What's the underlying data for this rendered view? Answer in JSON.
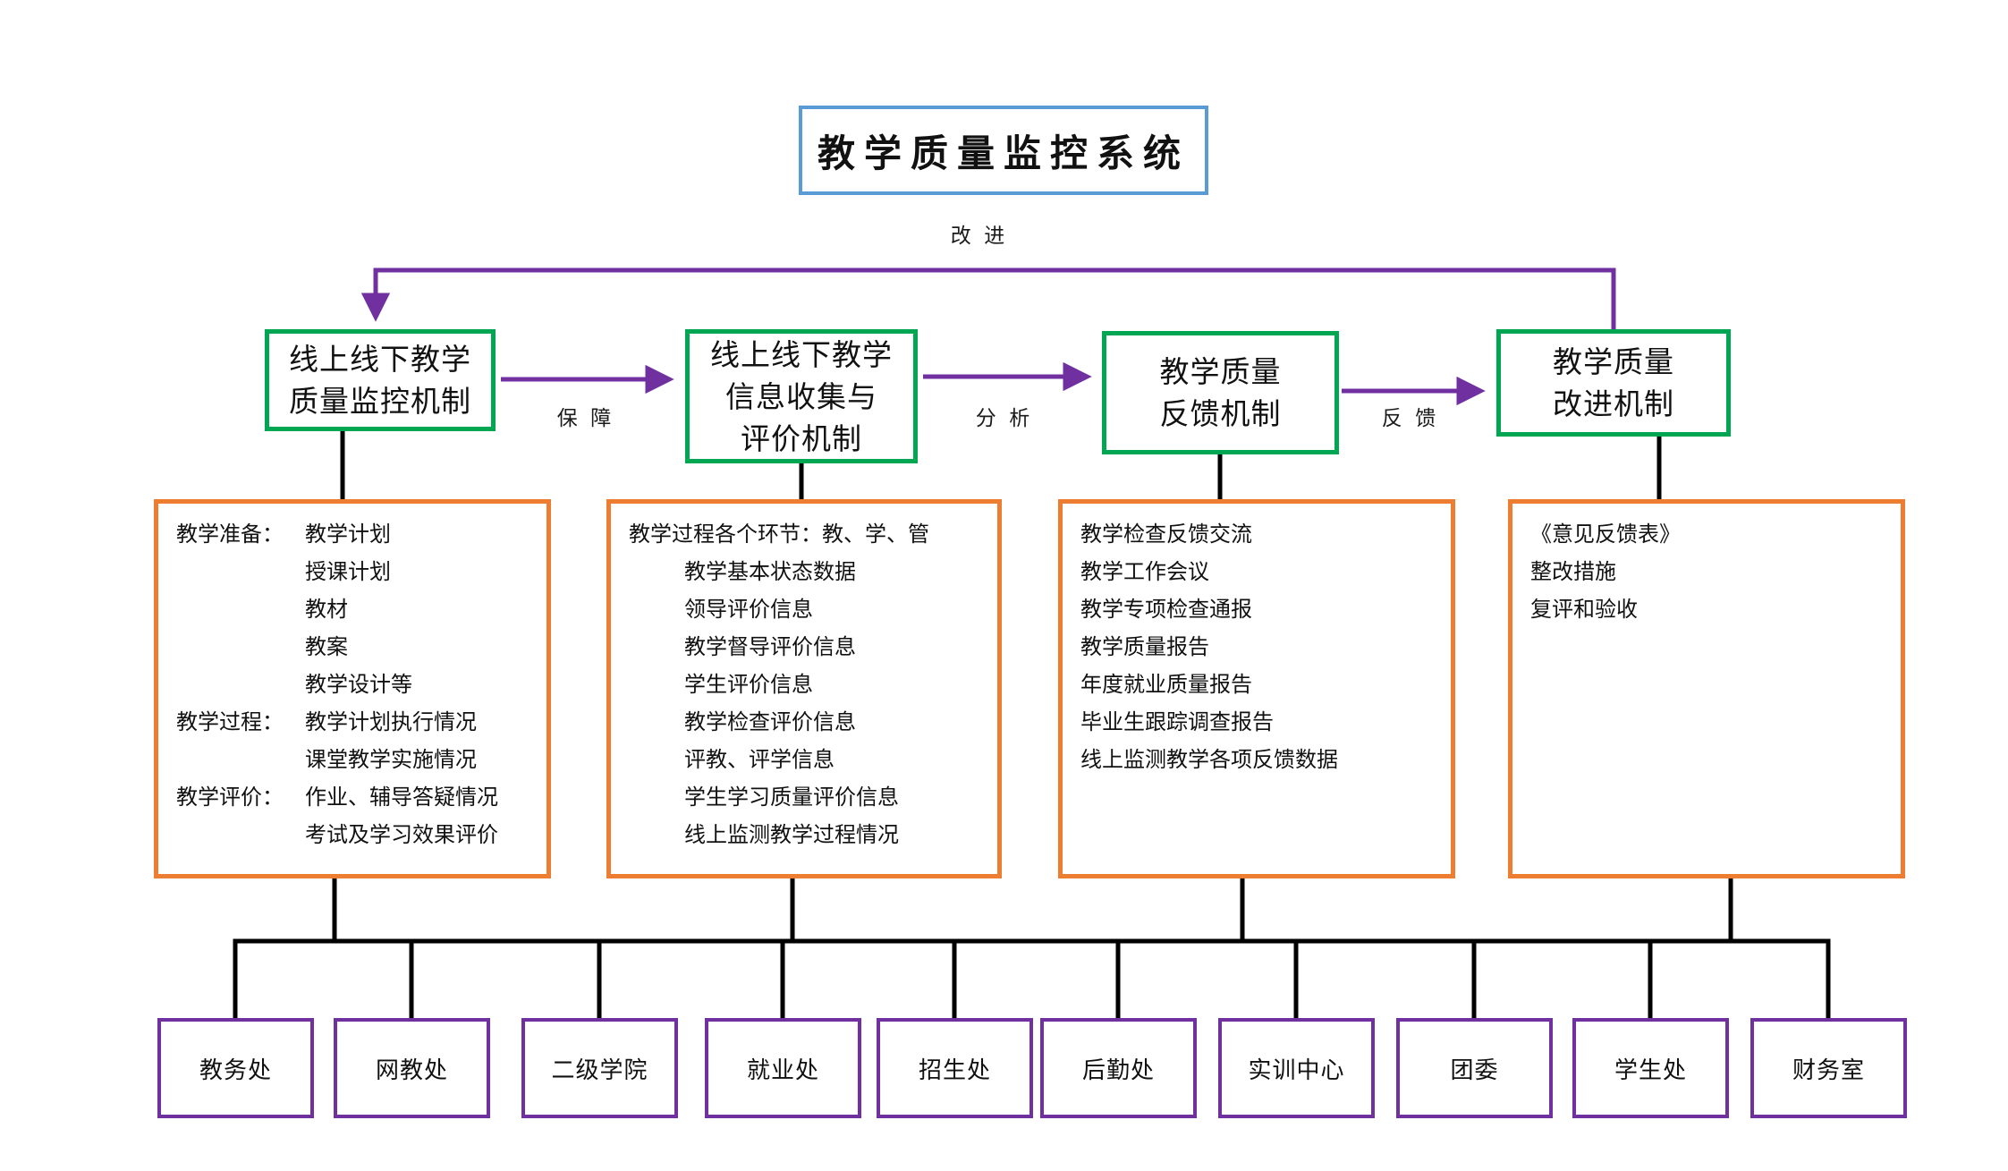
{
  "title": "教学质量监控系统",
  "colors": {
    "title_border_blue": "#5B9BD5",
    "mechanism_green": "#00A651",
    "detail_orange": "#ED7D31",
    "department_purple": "#7030A0",
    "line_black": "#000000"
  },
  "loop_label": "改 进",
  "arrow_labels": [
    "保 障",
    "分 析",
    "反 馈"
  ],
  "flow_boxes": [
    {
      "lines": [
        "线上线下教学",
        "质量监控机制"
      ]
    },
    {
      "lines": [
        "线上线下教学",
        "信息收集与",
        "评价机制"
      ]
    },
    {
      "lines": [
        "教学质量",
        "反馈机制"
      ]
    },
    {
      "lines": [
        "教学质量",
        "改进机制"
      ]
    }
  ],
  "detail_boxes": [
    {
      "lines": [
        {
          "label": "教学准备：",
          "text": "教学计划"
        },
        {
          "label": "",
          "text": "授课计划"
        },
        {
          "label": "",
          "text": "教材"
        },
        {
          "label": "",
          "text": "教案"
        },
        {
          "label": "",
          "text": "教学设计等"
        },
        {
          "label": "教学过程：",
          "text": "教学计划执行情况"
        },
        {
          "label": "",
          "text": "课堂教学实施情况"
        },
        {
          "label": "教学评价：",
          "text": "作业、辅导答疑情况"
        },
        {
          "label": "",
          "text": "考试及学习效果评价"
        }
      ]
    },
    {
      "lines": [
        {
          "text": "教学过程各个环节：教、学、管"
        },
        {
          "text": "教学基本状态数据"
        },
        {
          "text": "领导评价信息"
        },
        {
          "text": "教学督导评价信息"
        },
        {
          "text": "学生评价信息"
        },
        {
          "text": "教学检查评价信息"
        },
        {
          "text": "评教、评学信息"
        },
        {
          "text": "学生学习质量评价信息"
        },
        {
          "text": "线上监测教学过程情况"
        }
      ]
    },
    {
      "lines": [
        {
          "text": "教学检查反馈交流"
        },
        {
          "text": "教学工作会议"
        },
        {
          "text": "教学专项检查通报"
        },
        {
          "text": "教学质量报告"
        },
        {
          "text": "年度就业质量报告"
        },
        {
          "text": "毕业生跟踪调查报告"
        },
        {
          "text": "线上监测教学各项反馈数据"
        }
      ]
    },
    {
      "lines": [
        {
          "text": "《意见反馈表》"
        },
        {
          "text": "整改措施"
        },
        {
          "text": "复评和验收"
        }
      ]
    }
  ],
  "departments": [
    "教务处",
    "网教处",
    "二级学院",
    "就业处",
    "招生处",
    "后勤处",
    "实训中心",
    "团委",
    "学生处",
    "财务室"
  ]
}
